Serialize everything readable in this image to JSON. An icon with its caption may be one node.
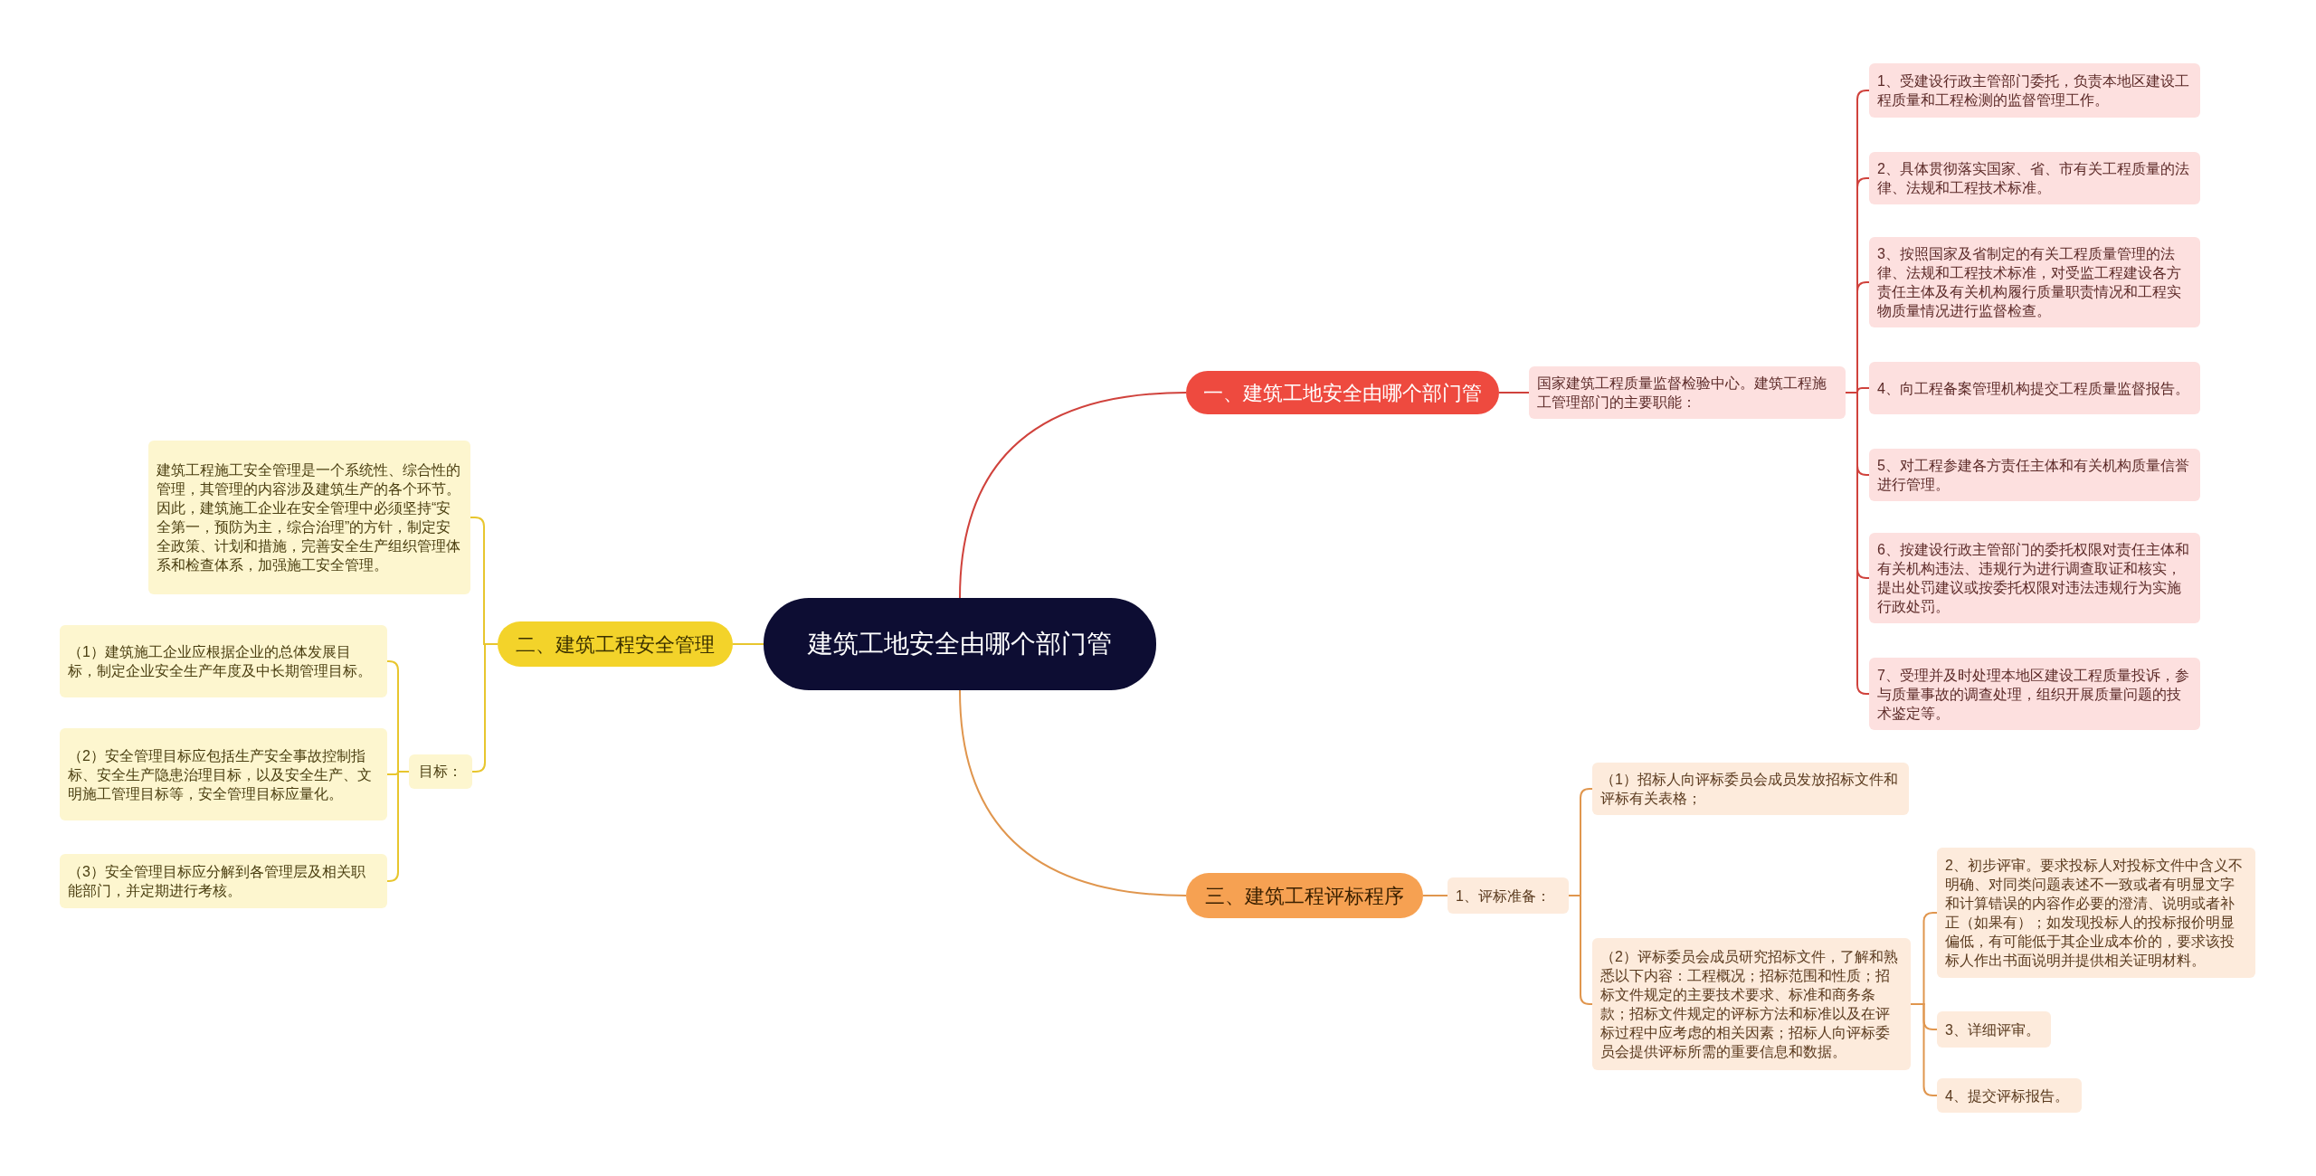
{
  "diagram": {
    "nodes": [
      {
        "text": [
          "建筑工地安全由哪个部门管"
        ]
      },
      {
        "text": [
          "一、建筑工地安全由哪个部门管"
        ]
      },
      {
        "text": [
          "国家建筑工程质量监督检验中心。建筑工程施工管理部门的主要职能："
        ]
      },
      {
        "text": [
          "1、受建设行政主管部门委托，负责本地区建设工程质量和工程检测的监督管理工作。"
        ]
      },
      {
        "text": [
          "2、具体贯彻落实国家、省、市有关工程质量的法律、法规和工程技术标准。"
        ]
      },
      {
        "text": [
          "3、按照国家及省制定的有关工程质量管理的法律、法规和工程技术标准，对受监工程建设各方责任主体及有关机构履行质量职责情况和工程实物质量情况进行监督检查。"
        ]
      },
      {
        "text": [
          "4、向工程备案管理机构提交工程质量监督报告。"
        ]
      },
      {
        "text": [
          "5、对工程参建各方责任主体和有关机构质量信誉进行管理。"
        ]
      },
      {
        "text": [
          "6、按建设行政主管部门的委托权限对责任主体和有关机构违法、违规行为进行调查取证和核实，提出处罚建议或按委托权限对违法违规行为实施行政处罚。"
        ]
      },
      {
        "text": [
          "7、受理并及时处理本地区建设工程质量投诉，参与质量事故的调查处理，组织开展质量问题的技术鉴定等。"
        ]
      },
      {
        "text": [
          "二、建筑工程安全管理"
        ]
      },
      {
        "text": [
          "建筑工程施工安全管理是一个系统性、综合性的管理，其管理的内容涉及建筑生产的各个环节。因此，建筑施工企业在安全管理中必须坚持“安全第一，预防为主，综合治理”的方针，制定安全政策、计划和措施，完善安全生产组织管理体系和检查体系，加强施工安全管理。"
        ]
      },
      {
        "text": [
          "目标："
        ]
      },
      {
        "text": [
          "（1）建筑施工企业应根据企业的总体发展目标，制定企业安全生产年度及中长期管理目标。"
        ]
      },
      {
        "text": [
          "（2）安全管理目标应包括生产安全事故控制指标、安全生产隐患治理目标，以及安全生产、文明施工管理目标等，安全管理目标应量化。"
        ]
      },
      {
        "text": [
          "（3）安全管理目标应分解到各管理层及相关职能部门，并定期进行考核。"
        ]
      },
      {
        "text": [
          "三、建筑工程评标程序"
        ]
      },
      {
        "text": [
          "1、评标准备："
        ]
      },
      {
        "text": [
          "（1）招标人向评标委员会成员发放招标文件和评标有关表格；"
        ]
      },
      {
        "text": [
          "（2）评标委员会成员研究招标文件，了解和熟悉以下内容：工程概况；招标范围和性质；招标文件规定的主要技术要求、标准和商务条款；招标文件规定的评标方法和标准以及在评标过程中应考虑的相关因素；招标人向评标委员会提供评标所需的重要信息和数据。"
        ]
      },
      {
        "text": [
          "2、初步评审。要求投标人对投标文件中含义不明确、对同类问题表述不一致或者有明显文字和计算错误的内容作必要的澄清、说明或者补正（如果有）；如发现投标人的投标报价明显偏低，有可能低于其企业成本价的，要求该投标人作出书面说明并提供相关证明材料。"
        ]
      },
      {
        "text": [
          "3、详细评审。"
        ]
      },
      {
        "text": [
          "4、提交评标报告。"
        ]
      }
    ],
    "edges": [
      {
        "from": 0,
        "to": 1,
        "arrow": "none"
      },
      {
        "from": 1,
        "to": 2,
        "arrow": "none"
      },
      {
        "from": 2,
        "to": 3,
        "arrow": "none"
      },
      {
        "from": 2,
        "to": 4,
        "arrow": "none"
      },
      {
        "from": 2,
        "to": 5,
        "arrow": "none"
      },
      {
        "from": 2,
        "to": 6,
        "arrow": "none"
      },
      {
        "from": 2,
        "to": 7,
        "arrow": "none"
      },
      {
        "from": 2,
        "to": 8,
        "arrow": "none"
      },
      {
        "from": 2,
        "to": 9,
        "arrow": "none"
      },
      {
        "from": 0,
        "to": 10,
        "arrow": "none",
        "color": "#e8c62e"
      },
      {
        "from": 10,
        "to": 11,
        "arrow": "none",
        "color": "#e8c62e"
      },
      {
        "from": 10,
        "to": 12,
        "arrow": "none",
        "color": "#e8c62e"
      },
      {
        "from": 12,
        "to": 13,
        "arrow": "none",
        "color": "#e8c62e"
      },
      {
        "from": 12,
        "to": 14,
        "arrow": "none",
        "color": "#e8c62e"
      },
      {
        "from": 12,
        "to": 15,
        "arrow": "none",
        "color": "#e8c62e"
      },
      {
        "from": 0,
        "to": 16,
        "arrow": "none",
        "color": "#e0964e"
      },
      {
        "from": 16,
        "to": 17,
        "arrow": "none",
        "color": "#e0964e"
      },
      {
        "from": 17,
        "to": 18,
        "arrow": "none",
        "color": "#e0964e"
      },
      {
        "from": 17,
        "to": 19,
        "arrow": "none",
        "color": "#e0964e"
      },
      {
        "from": 19,
        "to": 20,
        "arrow": "none",
        "color": "#e0964e"
      },
      {
        "from": 19,
        "to": 21,
        "arrow": "none",
        "color": "#e0964e"
      },
      {
        "from": 19,
        "to": 22,
        "arrow": "none",
        "color": "#e0964e"
      }
    ]
  }
}
